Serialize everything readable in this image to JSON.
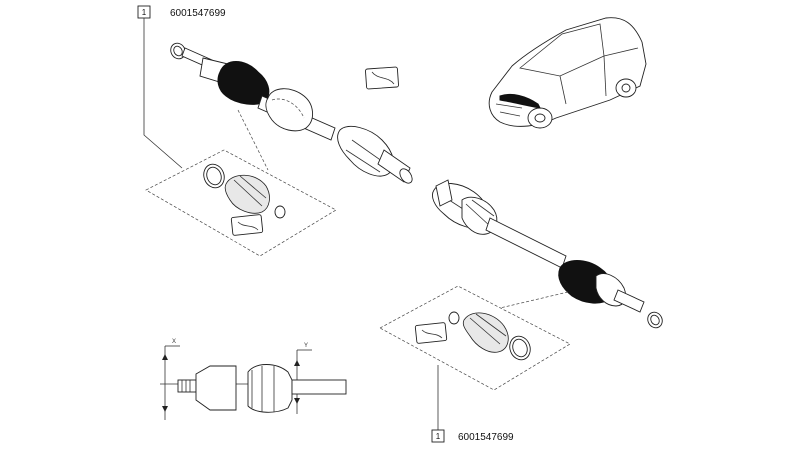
{
  "callouts": [
    {
      "index_label": "1",
      "part_number": "6001547699"
    },
    {
      "index_label": "1",
      "part_number": "6001547699"
    }
  ],
  "dimension_labels": {
    "x": "X",
    "y": "Y"
  }
}
